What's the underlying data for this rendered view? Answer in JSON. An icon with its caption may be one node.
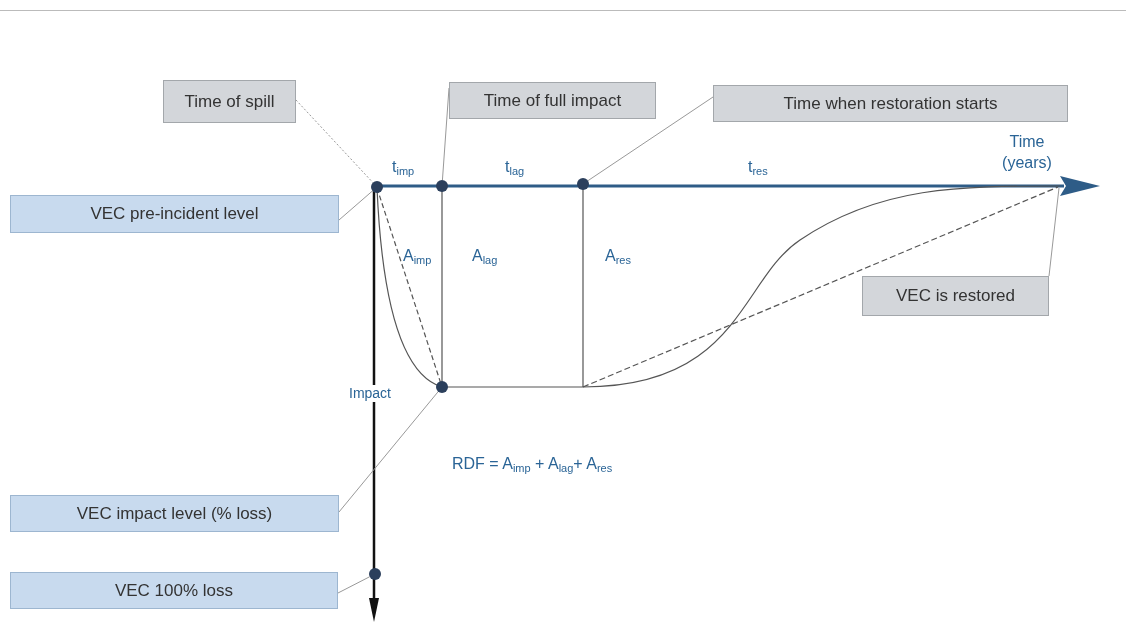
{
  "diagram": {
    "nodes": [
      {
        "text": [
          "Time of spill"
        ]
      },
      {
        "text": [
          "Time of full impact"
        ]
      },
      {
        "text": [
          "Time when restoration starts"
        ]
      },
      {
        "text": [
          "VEC pre-incident level"
        ]
      },
      {
        "text": [
          "VEC is restored"
        ]
      },
      {
        "text": [
          "VEC impact level (% loss)"
        ]
      },
      {
        "text": [
          "VEC 100% loss"
        ]
      },
      {
        "text": [],
        "shape": "circle"
      },
      {
        "text": [],
        "shape": "circle"
      },
      {
        "text": [],
        "shape": "circle"
      },
      {
        "text": [],
        "shape": "circle"
      },
      {
        "text": [],
        "shape": "circle"
      }
    ],
    "edges": [
      {
        "from": 0,
        "to": 7,
        "arrow": "none",
        "style": "dashed"
      },
      {
        "from": 1,
        "to": 8,
        "arrow": "none"
      },
      {
        "from": 2,
        "to": 9,
        "arrow": "none"
      },
      {
        "from": 3,
        "to": 7,
        "arrow": "none"
      },
      {
        "from": 4,
        "to": null,
        "arrow": "none"
      },
      {
        "from": 5,
        "to": 10,
        "arrow": "none"
      },
      {
        "from": 6,
        "to": 11,
        "arrow": "none"
      }
    ],
    "labels": [
      "t$_{imp}$",
      "t$_{lag}$",
      "t$_{res}$",
      "Time (years)",
      "A$_{imp}$",
      "A$_{lag}$",
      "A$_{res}$",
      "Impact",
      "RDF = A$_{imp}$ + A$_{lag}$+ A$_{res}$"
    ]
  }
}
